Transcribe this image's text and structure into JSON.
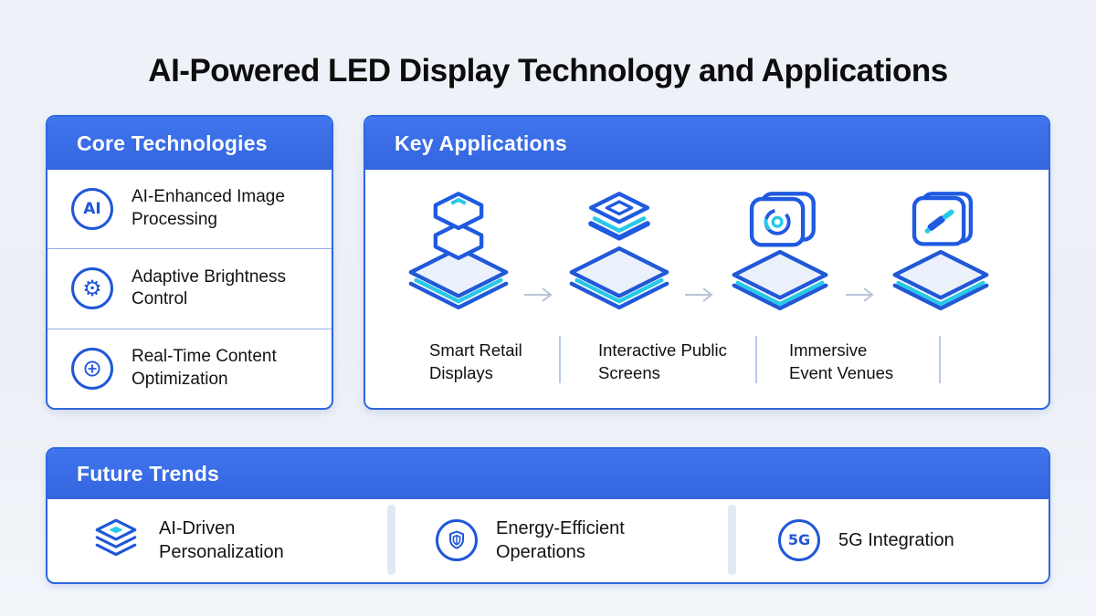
{
  "title": "AI-Powered LED Display Technology and Applications",
  "colors": {
    "header_blue": "#3a6de8",
    "icon_blue": "#1f57d8",
    "cyan_accent": "#28c9e6",
    "panel_border": "#2e67dd",
    "background": "#edf1f7",
    "text_dark": "#131313",
    "arrow_gray": "#b9c2d6"
  },
  "core_technologies": {
    "header": "Core Technologies",
    "items": [
      {
        "icon": "ai-circle-icon",
        "icon_text": "AI",
        "label": "AI-Enhanced Image Processing"
      },
      {
        "icon": "gear-circle-icon",
        "icon_text": "⚙",
        "label": "Adaptive Brightness Control"
      },
      {
        "icon": "plus-target-circle-icon",
        "label": "Real-Time Content Optimization"
      }
    ]
  },
  "key_applications": {
    "header": "Key Applications",
    "steps": [
      {
        "icon": "stacked-cubes-layers-icon",
        "label": "Smart Retail Displays"
      },
      {
        "icon": "stacked-panels-layers-icon",
        "label": "Interactive Public Screens"
      },
      {
        "icon": "screen-swirl-layers-icon",
        "label": "Immersive Event Venues"
      },
      {
        "icon": "folder-dashes-layers-icon",
        "label": ""
      }
    ]
  },
  "future_trends": {
    "header": "Future Trends",
    "items": [
      {
        "icon": "stacked-layers-icon",
        "label": "AI-Driven Personalization"
      },
      {
        "icon": "shield-circle-icon",
        "label": "Energy-Efficient Operations"
      },
      {
        "icon": "5g-circle-icon",
        "icon_text": "5G",
        "label": "5G Integration"
      }
    ]
  }
}
